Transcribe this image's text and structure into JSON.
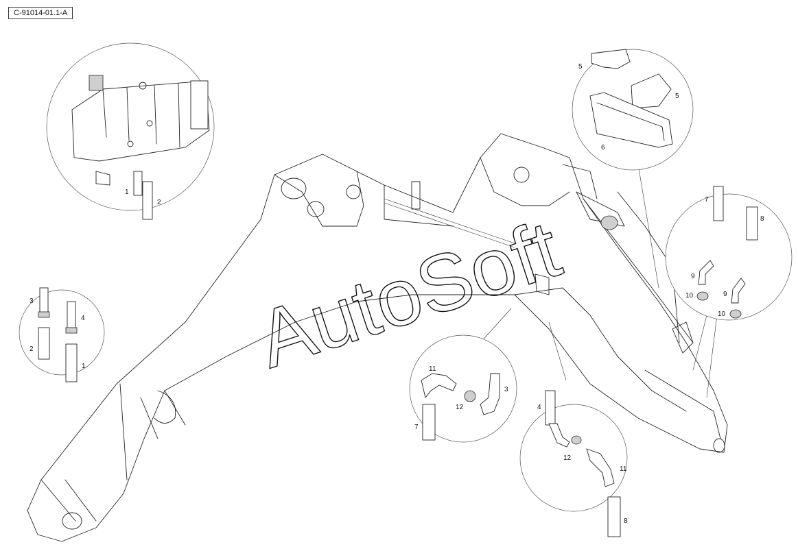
{
  "diagram": {
    "reference_code": "C-91014-01.1-A",
    "watermark": "AutoSoft",
    "callouts": {
      "top_left_1": "1",
      "top_left_2": "2",
      "left_3": "3",
      "left_4": "4",
      "left_2": "2",
      "left_1": "1",
      "top_right_5a": "5",
      "top_right_5b": "5",
      "top_right_6": "6",
      "right_7": "7",
      "right_8": "8",
      "right_9a": "9",
      "right_9b": "9",
      "right_10a": "10",
      "right_10b": "10",
      "mid_11": "11",
      "mid_3": "3",
      "mid_12": "12",
      "mid_7": "7",
      "low_4": "4",
      "low_12": "12",
      "low_11": "11",
      "low_8": "8"
    }
  }
}
